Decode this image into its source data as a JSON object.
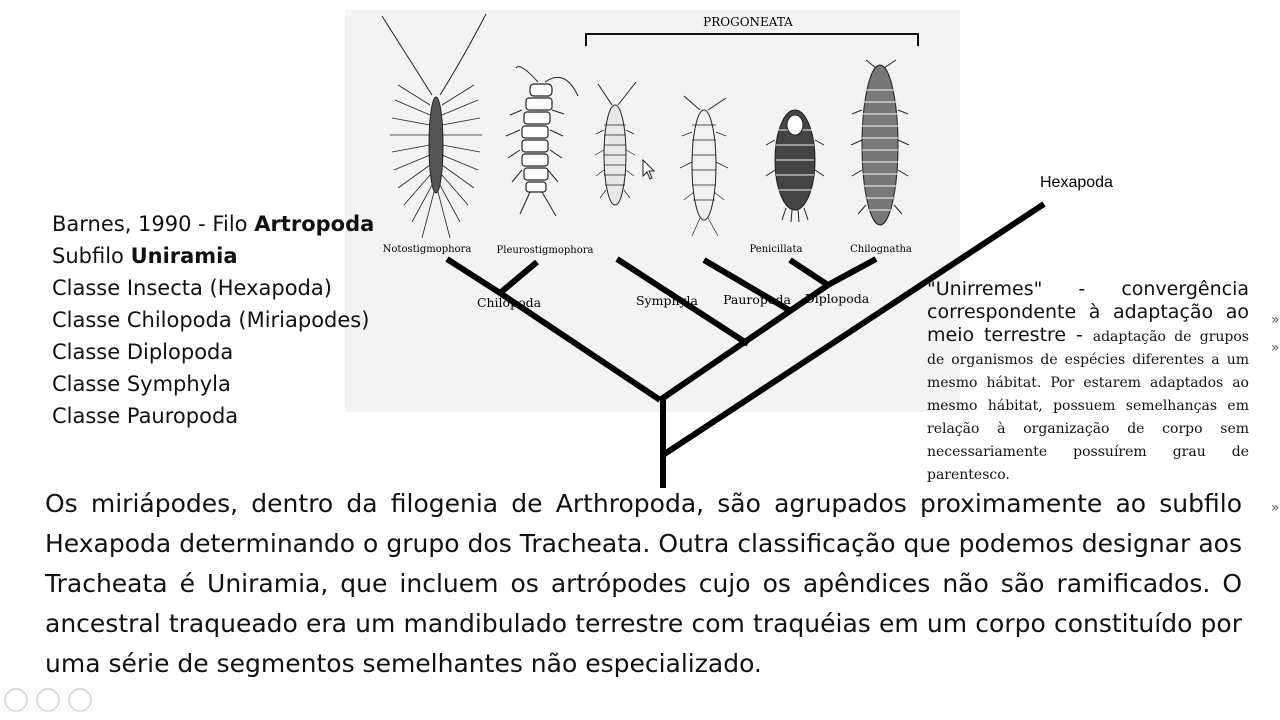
{
  "tree": {
    "header": "PROGONEATA",
    "tip_labels": {
      "notostigmophora": "Notostigmophora",
      "pleurostigmophora": "Pleurostigmophora",
      "penicillata": "Penicillata",
      "chilognatha": "Chilognatha"
    },
    "clade_labels": {
      "chilopoda": "Chilopoda",
      "symphyla": "Symphyla",
      "pauropoda": "Pauropoda",
      "diplopoda": "Diplopoda"
    },
    "outgroup": "Hexapoda"
  },
  "classification": {
    "line1_prefix": "Barnes, 1990 - Filo ",
    "line1_bold": "Artropoda",
    "line2_prefix": "Subfilo ",
    "line2_bold": "Uniramia",
    "classes": [
      "Classe Insecta (Hexapoda)",
      "Classe Chilopoda (Miriapodes)",
      "Classe Diplopoda",
      "Classe Symphyla",
      "Classe Pauropoda"
    ]
  },
  "note": {
    "lead": "\"Unirremes\" - convergência correspondente à adaptação ao meio terrestre - ",
    "detail": "adaptação de grupos de organismos de espécies diferentes a um mesmo hábitat. Por estarem adaptados ao mesmo hábitat, possuem semelhanças em relação à organização de corpo sem necessariamente possuírem grau de parentesco."
  },
  "paragraph": "Os miriápodes, dentro da filogenia de Arthropoda, são agrupados proximamente ao subfilo Hexapoda determinando o grupo dos Tracheata. Outra classificação que podemos designar aos Tracheata é Uniramia, que incluem os artrópodes cujo os apêndices não são ramificados. O ancestral traqueado era um mandibulado terrestre com traquéias em um corpo constituído por uma série de segmentos semelhantes não especializado."
}
